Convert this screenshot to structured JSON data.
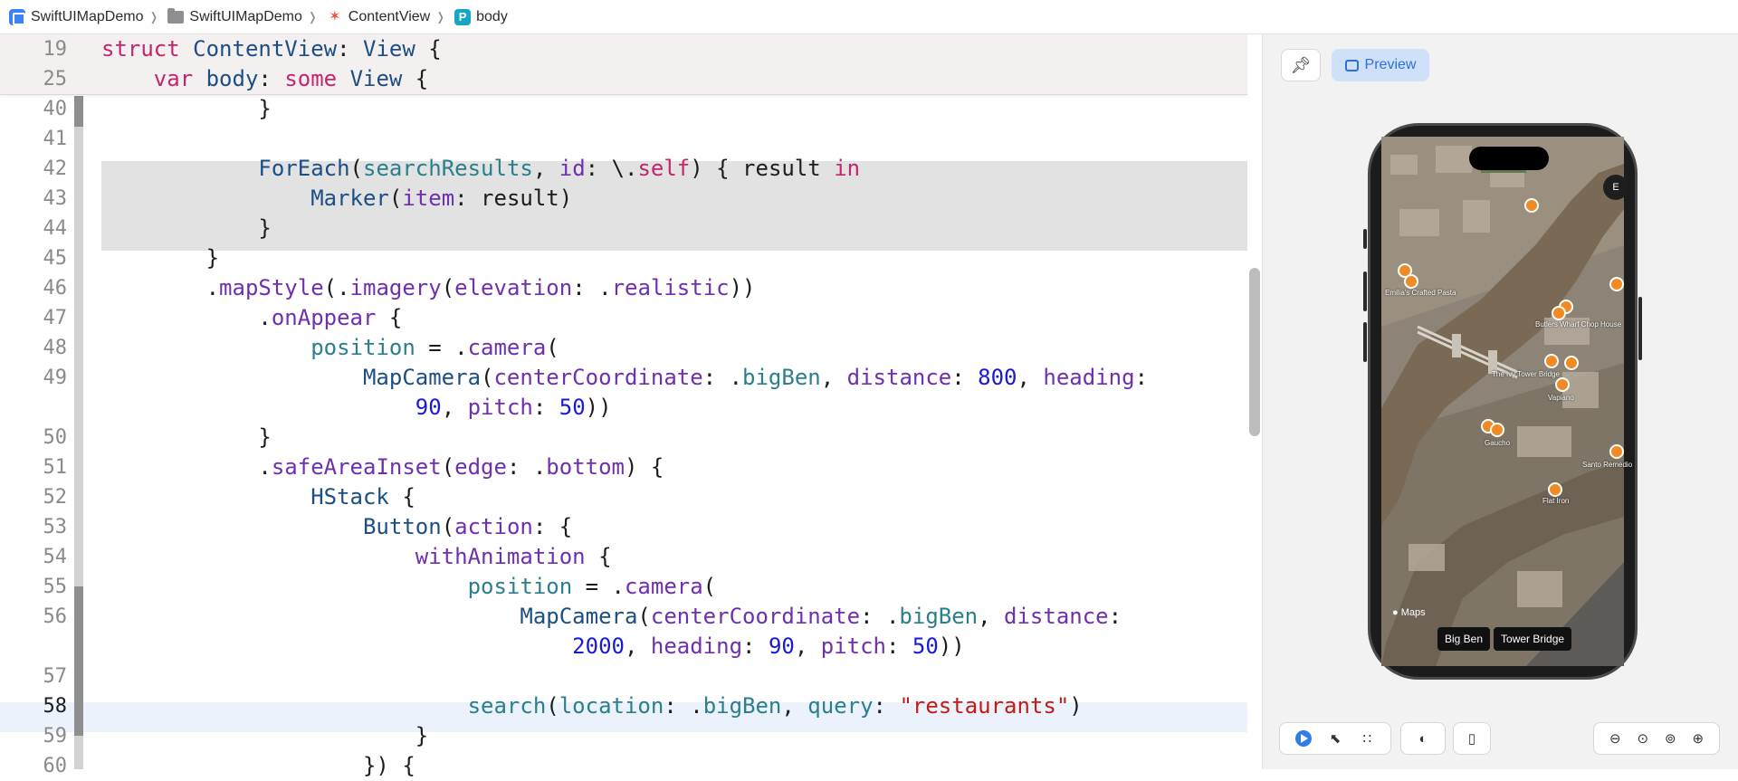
{
  "breadcrumb": {
    "project": "SwiftUIMapDemo",
    "folder": "SwiftUIMapDemo",
    "file": "ContentView",
    "symbol_badge": "P",
    "symbol": "body"
  },
  "sticky_lines": [
    {
      "number": "19",
      "tokens": [
        [
          "kw",
          "struct"
        ],
        [
          "plain",
          " "
        ],
        [
          "typ",
          "ContentView"
        ],
        [
          "plain",
          ": "
        ],
        [
          "typ",
          "View"
        ],
        [
          "plain",
          " {"
        ]
      ]
    },
    {
      "number": "25",
      "tokens": [
        [
          "plain",
          "    "
        ],
        [
          "kw",
          "var"
        ],
        [
          "plain",
          " "
        ],
        [
          "typ",
          "body"
        ],
        [
          "plain",
          ": "
        ],
        [
          "kw",
          "some"
        ],
        [
          "plain",
          " "
        ],
        [
          "typ",
          "View"
        ],
        [
          "plain",
          " {"
        ]
      ]
    }
  ],
  "code_lines": [
    {
      "number": "40",
      "tokens": [
        [
          "plain",
          "            }"
        ]
      ]
    },
    {
      "number": "41",
      "tokens": []
    },
    {
      "number": "42",
      "tokens": [
        [
          "plain",
          "            "
        ],
        [
          "typ",
          "ForEach"
        ],
        [
          "plain",
          "("
        ],
        [
          "prop",
          "searchResults"
        ],
        [
          "plain",
          ", "
        ],
        [
          "fn",
          "id"
        ],
        [
          "plain",
          ": \\."
        ],
        [
          "kw",
          "self"
        ],
        [
          "plain",
          ") { result "
        ],
        [
          "kw",
          "in"
        ]
      ]
    },
    {
      "number": "43",
      "tokens": [
        [
          "plain",
          "                "
        ],
        [
          "typ",
          "Marker"
        ],
        [
          "plain",
          "("
        ],
        [
          "fn",
          "item"
        ],
        [
          "plain",
          ": result)"
        ]
      ]
    },
    {
      "number": "44",
      "tokens": [
        [
          "plain",
          "            }"
        ]
      ]
    },
    {
      "number": "45",
      "tokens": [
        [
          "plain",
          "        }"
        ]
      ]
    },
    {
      "number": "46",
      "tokens": [
        [
          "plain",
          "        ."
        ],
        [
          "fn",
          "mapStyle"
        ],
        [
          "plain",
          "(."
        ],
        [
          "fn",
          "imagery"
        ],
        [
          "plain",
          "("
        ],
        [
          "fn",
          "elevation"
        ],
        [
          "plain",
          ": ."
        ],
        [
          "fn",
          "realistic"
        ],
        [
          "plain",
          "))"
        ]
      ]
    },
    {
      "number": "47",
      "tokens": [
        [
          "plain",
          "            ."
        ],
        [
          "fn",
          "onAppear"
        ],
        [
          "plain",
          " {"
        ]
      ]
    },
    {
      "number": "48",
      "tokens": [
        [
          "plain",
          "                "
        ],
        [
          "prop",
          "position"
        ],
        [
          "plain",
          " = ."
        ],
        [
          "fn",
          "camera"
        ],
        [
          "plain",
          "("
        ]
      ]
    },
    {
      "number": "49",
      "tokens": [
        [
          "plain",
          "                    "
        ],
        [
          "typ",
          "MapCamera"
        ],
        [
          "plain",
          "("
        ],
        [
          "fn",
          "centerCoordinate"
        ],
        [
          "plain",
          ": ."
        ],
        [
          "prop",
          "bigBen"
        ],
        [
          "plain",
          ", "
        ],
        [
          "fn",
          "distance"
        ],
        [
          "plain",
          ": "
        ],
        [
          "num",
          "800"
        ],
        [
          "plain",
          ", "
        ],
        [
          "fn",
          "heading"
        ],
        [
          "plain",
          ":"
        ]
      ]
    },
    {
      "number": "",
      "tokens": [
        [
          "plain",
          "                        "
        ],
        [
          "num",
          "90"
        ],
        [
          "plain",
          ", "
        ],
        [
          "fn",
          "pitch"
        ],
        [
          "plain",
          ": "
        ],
        [
          "num",
          "50"
        ],
        [
          "plain",
          "))"
        ]
      ]
    },
    {
      "number": "50",
      "tokens": [
        [
          "plain",
          "            }"
        ]
      ]
    },
    {
      "number": "51",
      "tokens": [
        [
          "plain",
          "            ."
        ],
        [
          "fn",
          "safeAreaInset"
        ],
        [
          "plain",
          "("
        ],
        [
          "fn",
          "edge"
        ],
        [
          "plain",
          ": ."
        ],
        [
          "fn",
          "bottom"
        ],
        [
          "plain",
          ") {"
        ]
      ]
    },
    {
      "number": "52",
      "tokens": [
        [
          "plain",
          "                "
        ],
        [
          "typ",
          "HStack"
        ],
        [
          "plain",
          " {"
        ]
      ]
    },
    {
      "number": "53",
      "tokens": [
        [
          "plain",
          "                    "
        ],
        [
          "typ",
          "Button"
        ],
        [
          "plain",
          "("
        ],
        [
          "fn",
          "action"
        ],
        [
          "plain",
          ": {"
        ]
      ]
    },
    {
      "number": "54",
      "tokens": [
        [
          "plain",
          "                        "
        ],
        [
          "fn",
          "withAnimation"
        ],
        [
          "plain",
          " {"
        ]
      ]
    },
    {
      "number": "55",
      "tokens": [
        [
          "plain",
          "                            "
        ],
        [
          "prop",
          "position"
        ],
        [
          "plain",
          " = ."
        ],
        [
          "fn",
          "camera"
        ],
        [
          "plain",
          "("
        ]
      ]
    },
    {
      "number": "56",
      "tokens": [
        [
          "plain",
          "                                "
        ],
        [
          "typ",
          "MapCamera"
        ],
        [
          "plain",
          "("
        ],
        [
          "fn",
          "centerCoordinate"
        ],
        [
          "plain",
          ": ."
        ],
        [
          "prop",
          "bigBen"
        ],
        [
          "plain",
          ", "
        ],
        [
          "fn",
          "distance"
        ],
        [
          "plain",
          ":"
        ]
      ]
    },
    {
      "number": "",
      "tokens": [
        [
          "plain",
          "                                    "
        ],
        [
          "num",
          "2000"
        ],
        [
          "plain",
          ", "
        ],
        [
          "fn",
          "heading"
        ],
        [
          "plain",
          ": "
        ],
        [
          "num",
          "90"
        ],
        [
          "plain",
          ", "
        ],
        [
          "fn",
          "pitch"
        ],
        [
          "plain",
          ": "
        ],
        [
          "num",
          "50"
        ],
        [
          "plain",
          "))"
        ]
      ]
    },
    {
      "number": "57",
      "tokens": []
    },
    {
      "number": "58",
      "tokens": [
        [
          "plain",
          "                            "
        ],
        [
          "prop",
          "search"
        ],
        [
          "plain",
          "("
        ],
        [
          "prop",
          "location"
        ],
        [
          "plain",
          ": ."
        ],
        [
          "prop",
          "bigBen"
        ],
        [
          "plain",
          ", "
        ],
        [
          "prop",
          "query"
        ],
        [
          "plain",
          ": "
        ],
        [
          "str",
          "\"restaurants\""
        ],
        [
          "plain",
          ")"
        ]
      ]
    },
    {
      "number": "59",
      "tokens": [
        [
          "plain",
          "                        }"
        ]
      ]
    },
    {
      "number": "60",
      "tokens": [
        [
          "plain",
          "                    }) {"
        ]
      ]
    }
  ],
  "preview": {
    "preview_label": "Preview",
    "pin_icon": "pin-icon",
    "compass_label": "E",
    "maps_logo": "Maps",
    "map_buttons": [
      "Big Ben",
      "Tower Bridge"
    ],
    "place_labels": [
      "Emilia's Crafted Pasta",
      "Butlers Wharf Chop House",
      "The Ivy Tower Bridge",
      "Vapiano",
      "Gaucho",
      "Santo Remedio",
      "Flat Iron"
    ]
  },
  "colors": {
    "keyword": "#c3266f",
    "type": "#1c4e86",
    "function": "#6e2fb0",
    "property": "#2a7f8c",
    "number": "#1a1ad6",
    "string": "#c41a16",
    "accent": "#2f7af0"
  }
}
